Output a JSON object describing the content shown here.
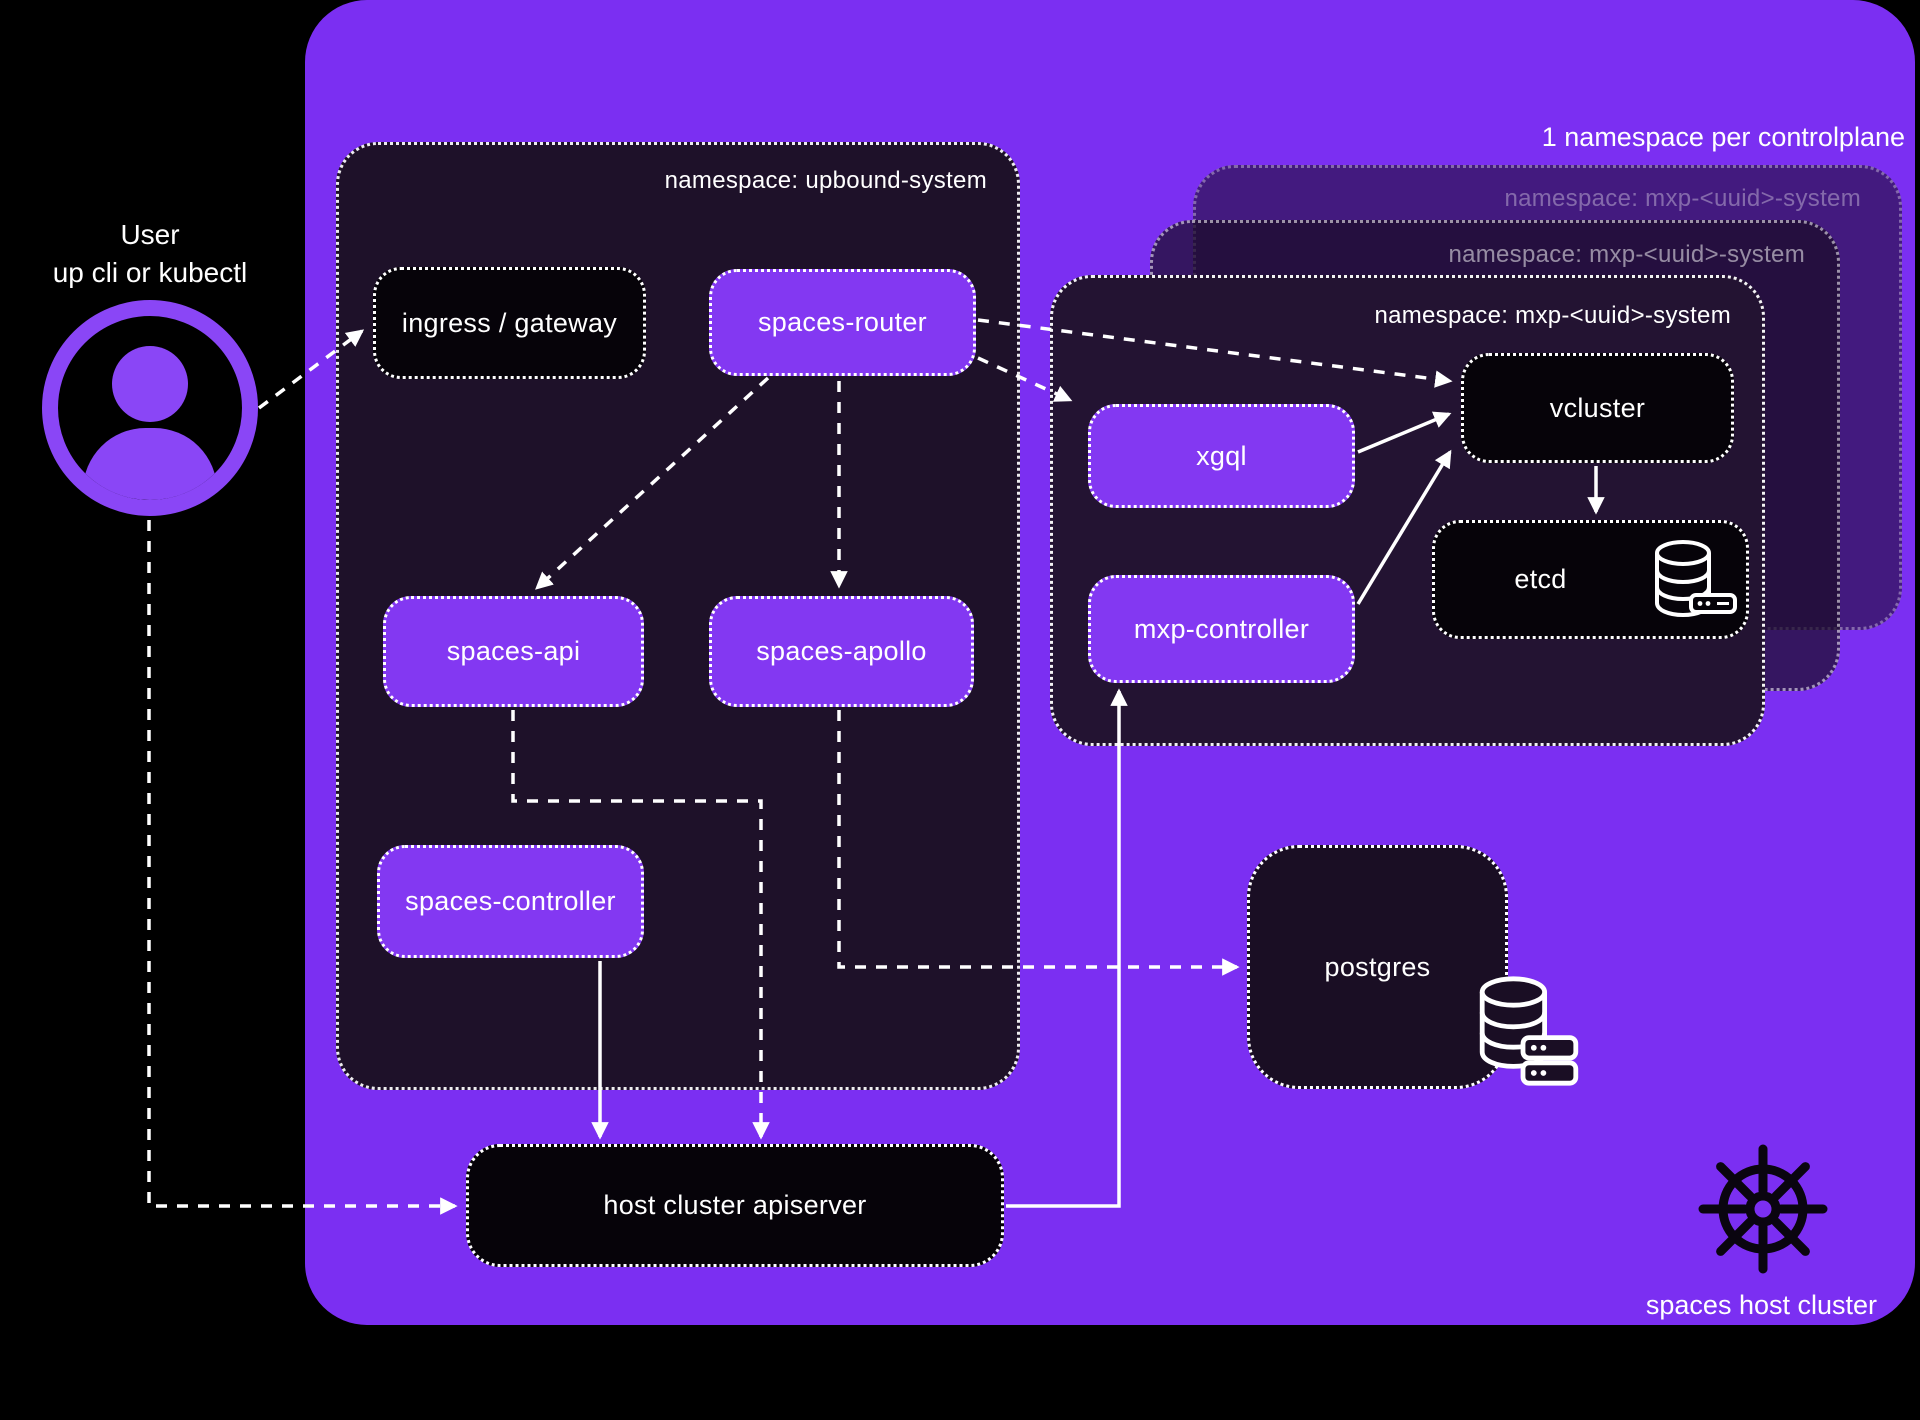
{
  "user": {
    "line1": "User",
    "line2": "up cli or kubectl"
  },
  "notes": {
    "controlplane": "1 namespace per controlplane",
    "host_cluster": "spaces host cluster"
  },
  "containers": {
    "upbound": {
      "label": "namespace: upbound-system"
    },
    "mxp_back": {
      "label": "namespace: mxp-<uuid>-system"
    },
    "mxp_middle": {
      "label": "namespace: mxp-<uuid>-system"
    },
    "mxp_front": {
      "label": "namespace: mxp-<uuid>-system"
    }
  },
  "nodes": {
    "ingress": "ingress / gateway",
    "router": "spaces-router",
    "api": "spaces-api",
    "apollo": "spaces-apollo",
    "controller": "spaces-controller",
    "xgql": "xgql",
    "mxp_controller": "mxp-controller",
    "vcluster": "vcluster",
    "etcd": "etcd",
    "postgres": "postgres",
    "host_apiserver": "host cluster apiserver"
  },
  "edges": [
    {
      "from": "user",
      "to": "ingress-gateway",
      "style": "dashed"
    },
    {
      "from": "user",
      "to": "host-cluster-apiserver",
      "style": "dashed"
    },
    {
      "from": "spaces-router",
      "to": "spaces-api",
      "style": "dashed"
    },
    {
      "from": "spaces-router",
      "to": "spaces-apollo",
      "style": "dashed"
    },
    {
      "from": "spaces-router",
      "to": "vcluster",
      "style": "dashed"
    },
    {
      "from": "spaces-router",
      "to": "xgql",
      "style": "dashed"
    },
    {
      "from": "spaces-api",
      "to": "host-cluster-apiserver",
      "style": "dashed"
    },
    {
      "from": "spaces-controller",
      "to": "host-cluster-apiserver",
      "style": "solid"
    },
    {
      "from": "spaces-apollo",
      "to": "postgres",
      "style": "dashed"
    },
    {
      "from": "xgql",
      "to": "vcluster",
      "style": "solid"
    },
    {
      "from": "mxp-controller",
      "to": "vcluster",
      "style": "solid"
    },
    {
      "from": "vcluster",
      "to": "etcd",
      "style": "solid"
    },
    {
      "from": "host-cluster-apiserver",
      "to": "mxp-controller",
      "style": "solid"
    }
  ],
  "colors": {
    "background": "#000000",
    "host_cluster_purple": "#7b2ff2",
    "node_purple": "#8338f2",
    "container_dark": "#1e1129",
    "node_black": "#060309",
    "line_white": "#ffffff",
    "avatar_purple": "#8a46f6"
  },
  "icons": {
    "user": "user-avatar-icon",
    "etcd": "database-icon",
    "postgres": "database-icon",
    "bottom_right": "kubernetes-helm-wheel-icon"
  }
}
